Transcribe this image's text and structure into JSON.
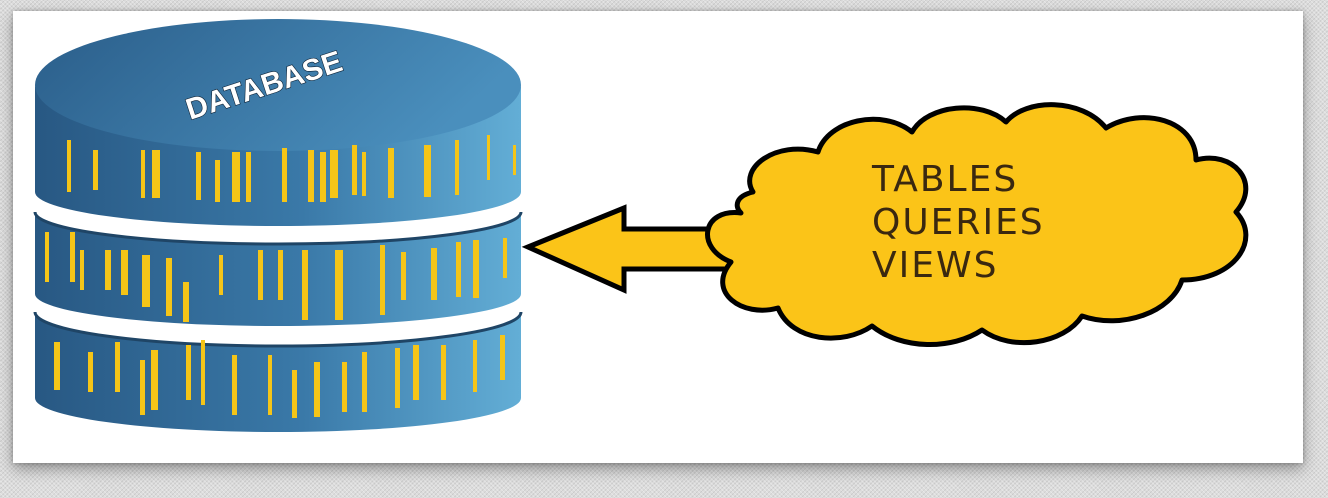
{
  "database": {
    "label": "DATABASE"
  },
  "cloud": {
    "items": [
      "TABLES",
      "QUERIES",
      "VIEWS"
    ]
  },
  "colors": {
    "cylinder_dark": "#2e5f8c",
    "cylinder_light": "#5ba6d0",
    "stripe": "#f5c518",
    "cloud_fill": "#fbc418",
    "arrow_fill": "#fbc418",
    "outline": "#000000"
  }
}
